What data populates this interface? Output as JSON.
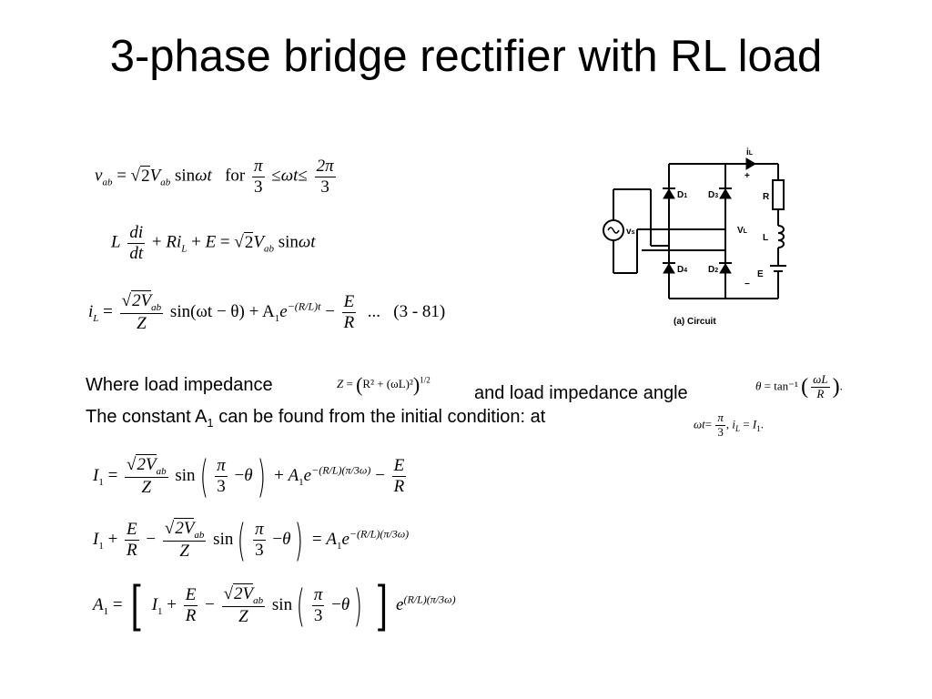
{
  "title": "3-phase bridge rectifier with RL load",
  "eq1": {
    "v": "v",
    "ab": "ab",
    "eq": "=",
    "sqrt2": "2",
    "V": "V",
    "sin": "sin",
    "wt": "ωt",
    "for": "for",
    "pi": "π",
    "three": "3",
    "le": "≤",
    "twopi": "2π"
  },
  "eq2": {
    "L": "L",
    "di": "di",
    "dt": "dt",
    "plus": "+",
    "R": "R",
    "i": "i",
    "Lsub": "L",
    "E": "E",
    "eq": "=",
    "sqrt2": "2",
    "V": "V",
    "ab": "ab",
    "sin": "sin",
    "wt": "ωt"
  },
  "eq3": {
    "i": "i",
    "Lsub": "L",
    "eq": "=",
    "num": "2V",
    "ab": "ab",
    "Z": "Z",
    "sin": "sin(ωt − θ) + A",
    "one": "1",
    "e": "e",
    "exp": "−(R/L)t",
    "minus": "−",
    "E": "E",
    "R": "R",
    "dots": "...",
    "ref": "(3 - 81)"
  },
  "text": {
    "where": "Where load impedance",
    "and_angle": "and load impedance angle",
    "constant_pre": "The constant A",
    "constant_sub": "1",
    "constant_post": " can be found from the initial condition: at"
  },
  "impedance": {
    "Z": "Z",
    "eq": "=",
    "body": "R² + (ωL)²",
    "exp": "1/2"
  },
  "angle": {
    "theta": "θ",
    "eq": "=",
    "tan": "tan⁻¹",
    "num": "ωL",
    "den": "R",
    "dot": "."
  },
  "cond": {
    "wt": "ωt",
    "eq": "=",
    "pi": "π",
    "three": "3",
    "comma": ",",
    "iL": "i",
    "Lsub": "L",
    "I": "I",
    "one": "1",
    "dot": "."
  },
  "eqA": {
    "I": "I",
    "one": "1",
    "eq": "=",
    "num": "2V",
    "ab": "ab",
    "Z": "Z",
    "sin": "sin",
    "pi": "π",
    "three": "3",
    "minus": "−",
    "theta": "θ",
    "plus": "+",
    "A": "A",
    "e": "e",
    "exp": "−(R/L)(π/3ω)",
    "E": "E",
    "R": "R"
  },
  "eqB": {
    "I": "I",
    "one": "1",
    "plus": "+",
    "E": "E",
    "R": "R",
    "minus": "−",
    "num": "2V",
    "ab": "ab",
    "Z": "Z",
    "sin": "sin",
    "pi": "π",
    "three": "3",
    "theta": "θ",
    "eq": "=",
    "A": "A",
    "e": "e",
    "exp": "−(R/L)(π/3ω)"
  },
  "eqC": {
    "A": "A",
    "one": "1",
    "eq": "=",
    "I": "I",
    "plus": "+",
    "E": "E",
    "R": "R",
    "minus": "−",
    "num": "2V",
    "ab": "ab",
    "Z": "Z",
    "sin": "sin",
    "pi": "π",
    "three": "3",
    "theta": "θ",
    "e": "e",
    "exp": "(R/L)(π/3ω)"
  },
  "circuit": {
    "caption": "(a) Circuit",
    "iL": "i",
    "iLsub": "L",
    "plus": "+",
    "minus": "−",
    "d1": "D",
    "d1n": "1",
    "d3": "D",
    "d3n": "3",
    "d4": "D",
    "d4n": "4",
    "d2": "D",
    "d2n": "2",
    "vs": "v",
    "vsn": "s",
    "VL": "V",
    "VLn": "L",
    "R": "R",
    "L": "L",
    "E": "E",
    "colors": {
      "ink": "#000000"
    }
  }
}
